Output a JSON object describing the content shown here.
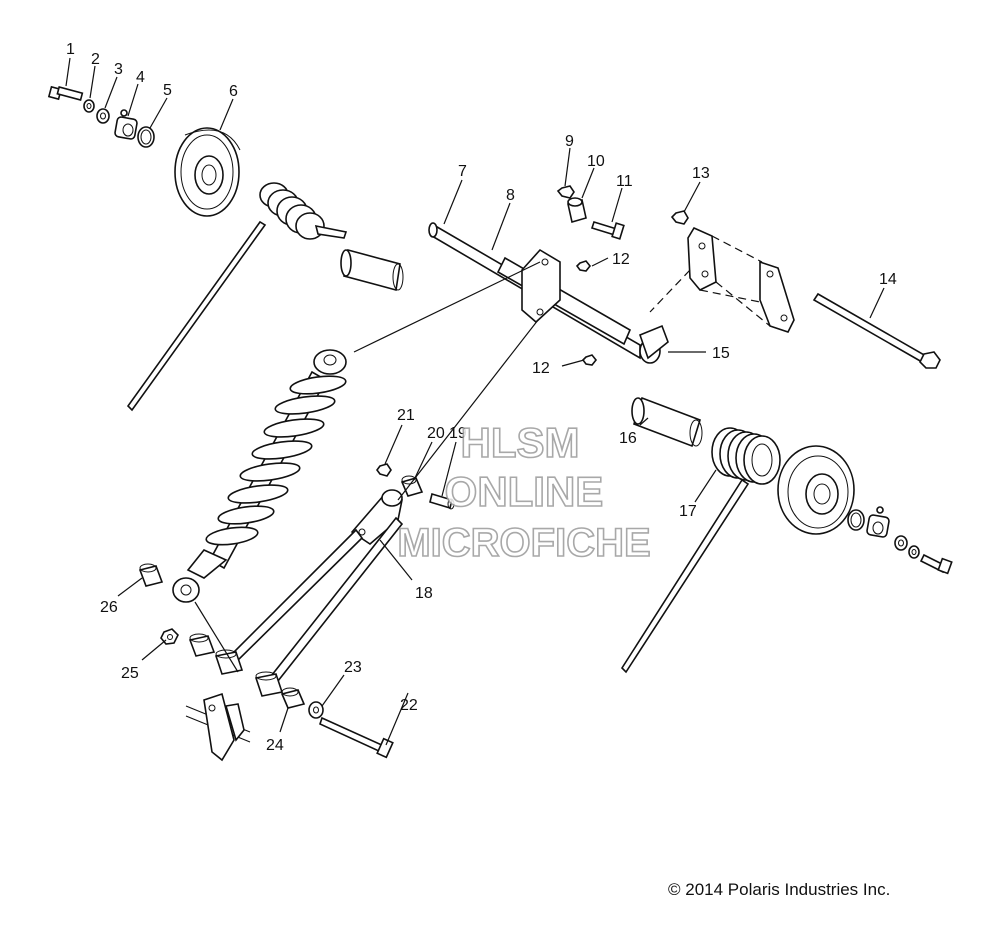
{
  "callouts": [
    "1",
    "2",
    "3",
    "4",
    "5",
    "6",
    "7",
    "8",
    "9",
    "10",
    "11",
    "12",
    "12",
    "13",
    "14",
    "15",
    "16",
    "17",
    "18",
    "19",
    "20",
    "21",
    "22",
    "23",
    "24",
    "25",
    "26"
  ],
  "watermark": {
    "line1": "HLSM",
    "line2": "ONLINE",
    "line3": "MICROFICHE"
  },
  "copyright": "© 2014 Polaris Industries Inc."
}
